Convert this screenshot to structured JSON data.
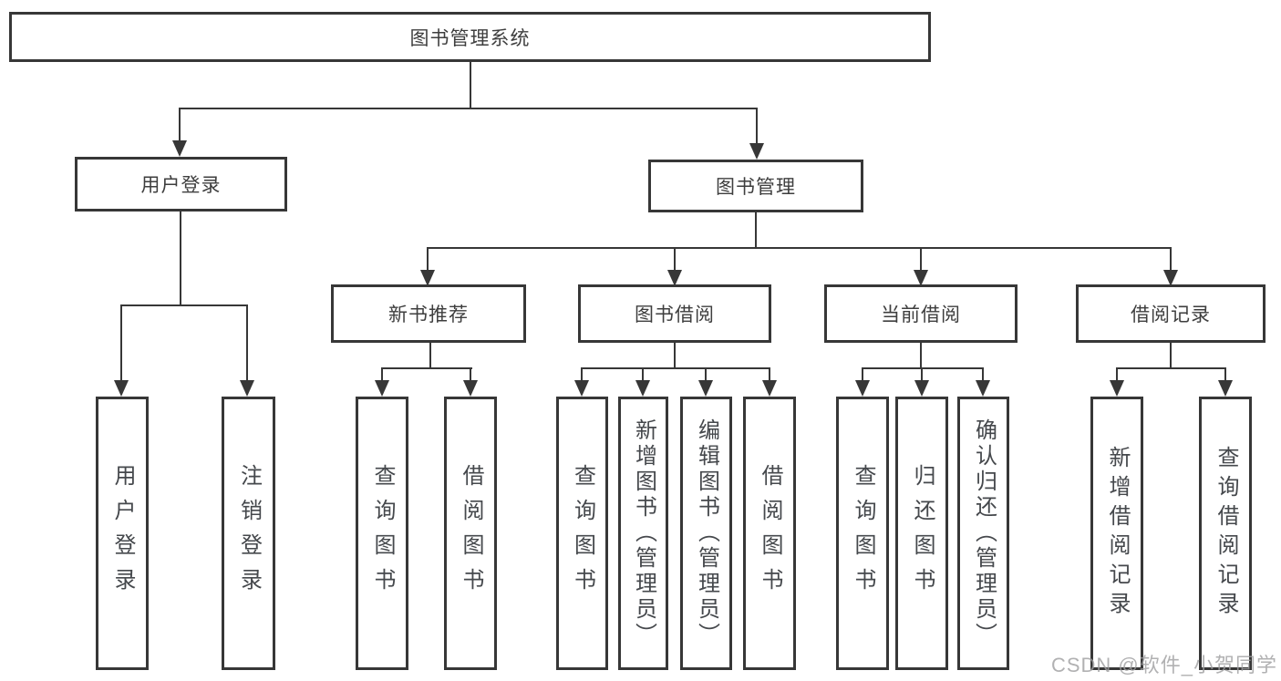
{
  "nodes": {
    "root": "图书管理系统",
    "level2": [
      "用户登录",
      "图书管理"
    ],
    "level3": [
      "新书推荐",
      "图书借阅",
      "当前借阅",
      "借阅记录"
    ],
    "leaves": [
      "用户登录",
      "注销登录",
      "查询图书",
      "借阅图书",
      "查询图书",
      "新增图书（管理员）",
      "编辑图书（管理员）",
      "借阅图书",
      "查询图书",
      "归还图书",
      "确认归还（管理员）",
      "新增借阅记录",
      "查询借阅记录"
    ]
  },
  "watermark": {
    "text": "CSDN @软件_小贺同学"
  },
  "colors": {
    "line": "#373737",
    "header_text": "#3e3e3e",
    "leaf_text": "#45484c",
    "watermark": "#9e9ea0",
    "background": "#ffffff"
  }
}
